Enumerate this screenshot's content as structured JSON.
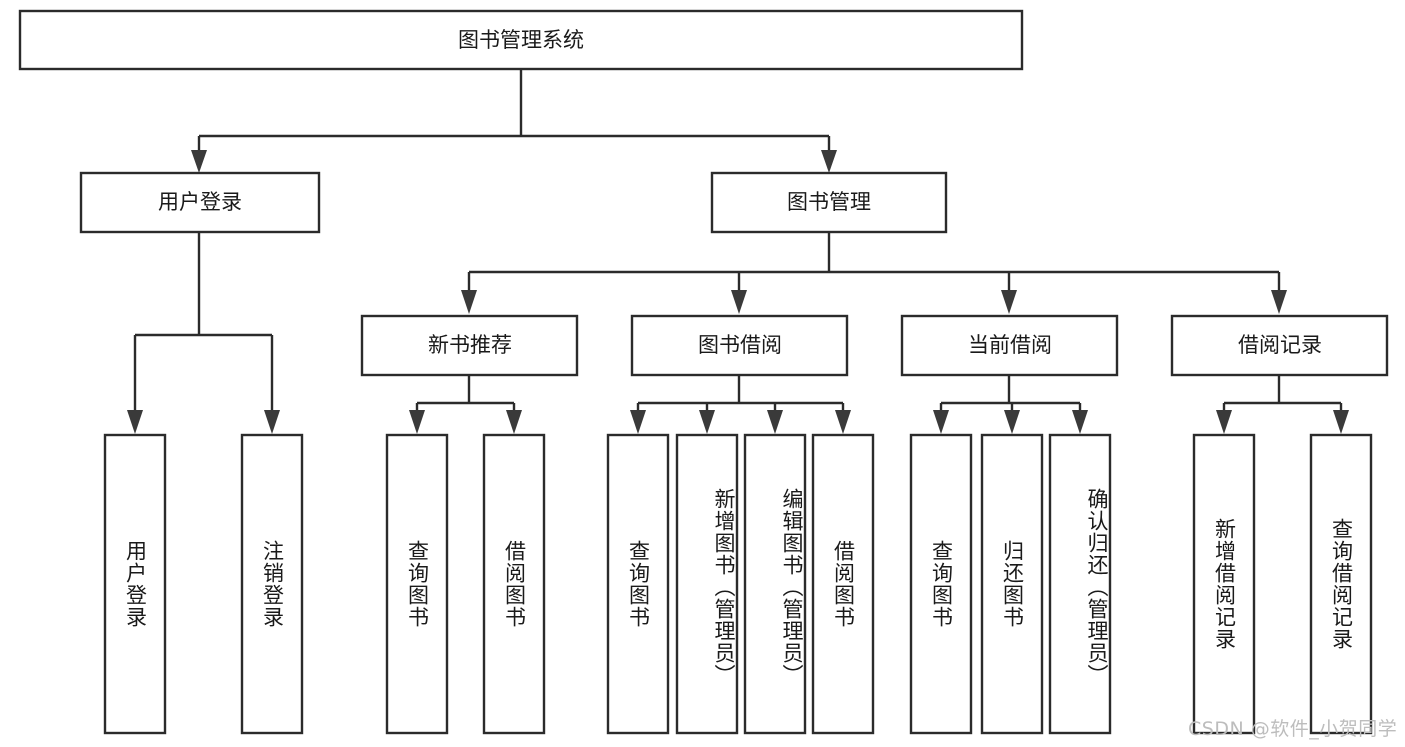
{
  "diagram": {
    "title": "图书管理系统",
    "watermark": "CSDN @软件_小贺同学",
    "style": {
      "box_fill": "#ffffff",
      "box_stroke": "#2b2b2b",
      "text_color": "#1a1a1a",
      "watermark_color": "#bdbdbd",
      "background": "#ffffff"
    },
    "root": {
      "label": "图书管理系统"
    },
    "level2": [
      {
        "label": "用户登录"
      },
      {
        "label": "图书管理"
      }
    ],
    "level3": [
      {
        "label": "新书推荐"
      },
      {
        "label": "图书借阅"
      },
      {
        "label": "当前借阅"
      },
      {
        "label": "借阅记录"
      }
    ],
    "leaves": {
      "user_login": [
        {
          "label": "用户登录"
        },
        {
          "label": "注销登录"
        }
      ],
      "new_book_recommend": [
        {
          "label": "查询图书"
        },
        {
          "label": "借阅图书"
        }
      ],
      "book_borrow": [
        {
          "label": "查询图书"
        },
        {
          "label": "新增图书（管理员）"
        },
        {
          "label": "编辑图书（管理员）"
        },
        {
          "label": "借阅图书"
        }
      ],
      "current_borrow": [
        {
          "label": "查询图书"
        },
        {
          "label": "归还图书"
        },
        {
          "label": "确认归还（管理员）"
        }
      ],
      "borrow_record": [
        {
          "label": "新增借阅记录"
        },
        {
          "label": "查询借阅记录"
        }
      ]
    }
  }
}
